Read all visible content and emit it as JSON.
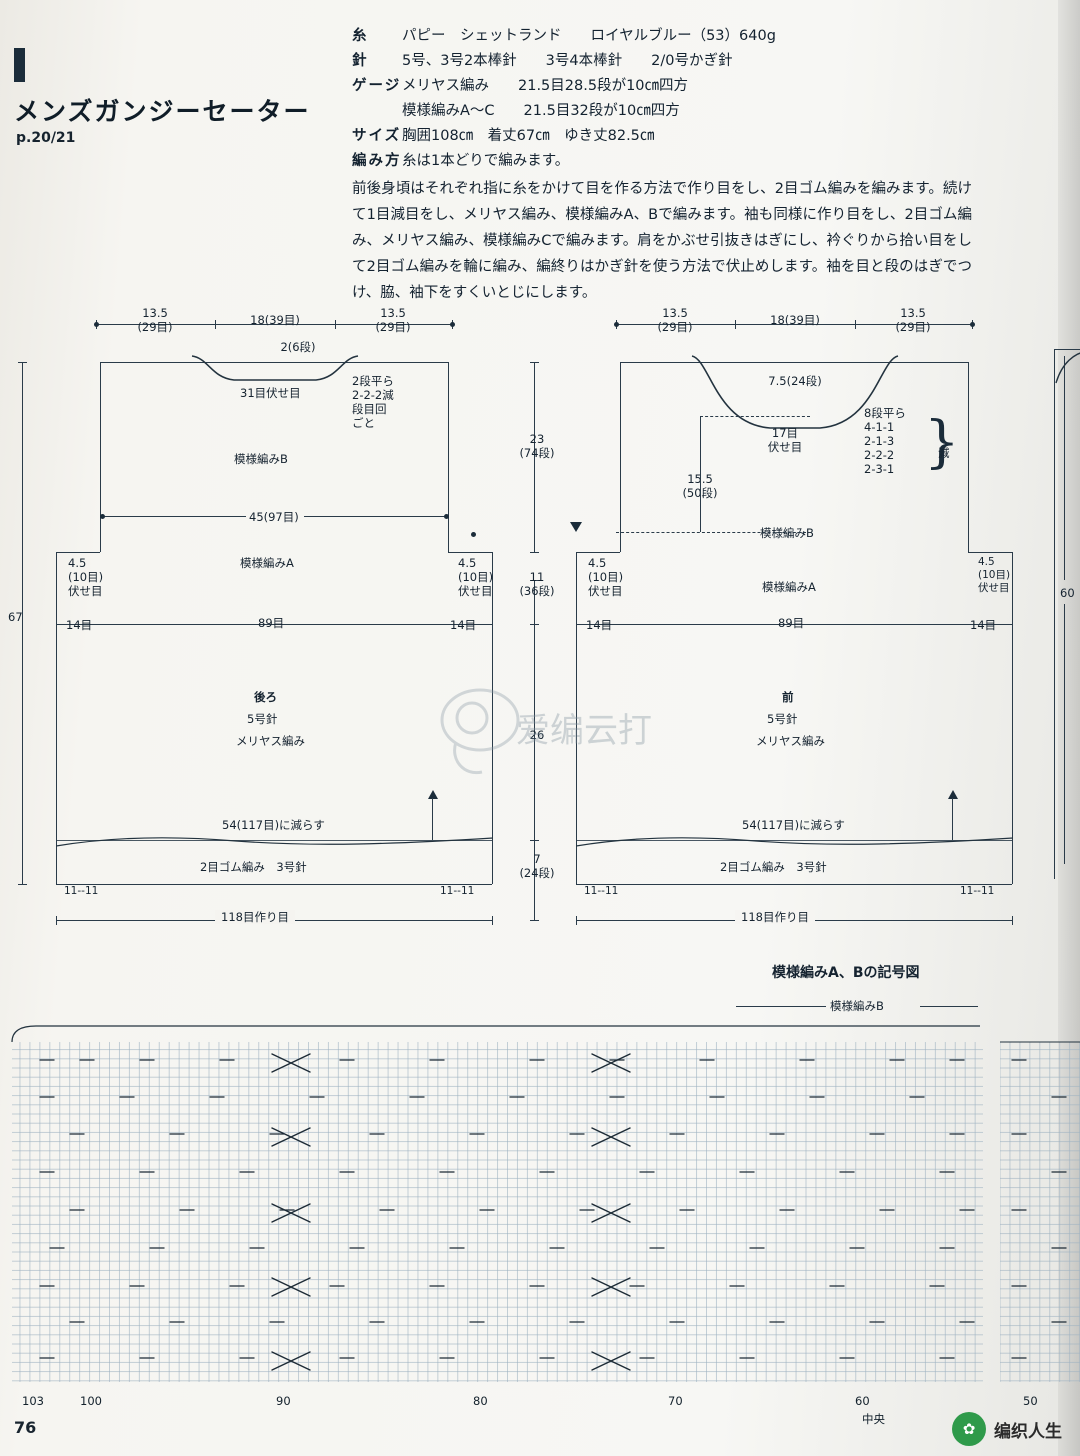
{
  "page": {
    "number": "76",
    "title": "メンズガンジーセーター",
    "subtitle": "p.20/21"
  },
  "spec": {
    "rows": [
      {
        "label": "糸",
        "value": "パピー　シェットランド　　ロイヤルブルー（53）640g"
      },
      {
        "label": "針",
        "value": "5号、3号2本棒針　　3号4本棒針　　2/0号かぎ針"
      },
      {
        "label": "ゲージ",
        "value": "メリヤス編み　　21.5目28.5段が10㎝四方"
      },
      {
        "label": "",
        "value": "模様編みA～C　　21.5目32段が10㎝四方"
      },
      {
        "label": "サイズ",
        "value": "胸囲108㎝　着丈67㎝　ゆき丈82.5㎝"
      },
      {
        "label": "編み方",
        "value": "糸は1本どりで編みます。"
      }
    ],
    "paragraph": "前後身頃はそれぞれ指に糸をかけて目を作る方法で作り目をし、2目ゴム編みを編みます。続けて1目減目をし、メリヤス編み、模様編みA、Bで編みます。袖も同様に作り目をし、2目ゴム編み、メリヤス編み、模様編みCで編みます。肩をかぶせ引抜きはぎにし、衿ぐりから拾い目をして2目ゴム編みを輪に編み、編終りはかぎ針を使う方法で伏止めします。袖を目と段のはぎでつけ、脇、袖下をすくいとじにします。"
  },
  "back_piece": {
    "name": "後ろ",
    "needle": "5号針",
    "stitch": "メリヤス編み",
    "top_widths": [
      "13.5",
      "(29目)",
      "18(39目)",
      "13.5",
      "(29目)"
    ],
    "neck_depth": "2(6段)",
    "neck_bind": "31目伏せ目",
    "neck_decrease": "2段平ら\n2-2-2減\n段目回\nごと",
    "pattern_b": "模様編みB",
    "pattern_a": "模様編みA",
    "chest_width": "45(97目)",
    "armhole_left": "4.5\n(10目)\n伏せ目",
    "armhole_right": "4.5\n(10目)\n伏せ目",
    "side_left": "14目",
    "side_right": "14目",
    "body_stitches": "89目",
    "decrease_note": "54(117目)に減らす",
    "rib": "2目ゴム編み　3号針",
    "rib_mark": "11--11",
    "cast_on": "118目作り目",
    "total_height": "67"
  },
  "front_piece": {
    "name": "前",
    "needle": "5号針",
    "stitch": "メリヤス編み",
    "top_widths": [
      "13.5",
      "(29目)",
      "18(39目)",
      "13.5",
      "(29目)"
    ],
    "neck_depth": "7.5(24段)",
    "neck_bind": "17目\n伏せ目",
    "neck_decrease": "8段平ら\n4-1-1\n2-1-3\n2-2-2\n2-3-1",
    "decrease_label": "減",
    "pattern_b": "模様編みB",
    "pattern_a": "模様編みA",
    "armhole_height": "15.5\n(50段)",
    "armhole_left": "4.5\n(10目)\n伏せ目",
    "armhole_right": "4.5\n(10目)\n伏せ目",
    "side_left": "14目",
    "side_right": "14目",
    "body_stitches": "89目",
    "decrease_note": "54(117目)に減らす",
    "rib": "2目ゴム編み　3号針",
    "rib_mark": "11--11",
    "cast_on": "118目作り目",
    "side_60": "60"
  },
  "center_dims": {
    "upper": "23\n(74段)",
    "middle": "11\n(36段)",
    "body": "26",
    "lower": "7\n(24段)"
  },
  "chart": {
    "title": "模様編みA、Bの記号図",
    "pattern_b_label": "模様編みB",
    "axis_labels": [
      "103",
      "100",
      "90",
      "80",
      "70",
      "60",
      "50"
    ],
    "center_label": "中央"
  },
  "watermark": {
    "text": "编织人生",
    "icon": "leaf-icon"
  }
}
